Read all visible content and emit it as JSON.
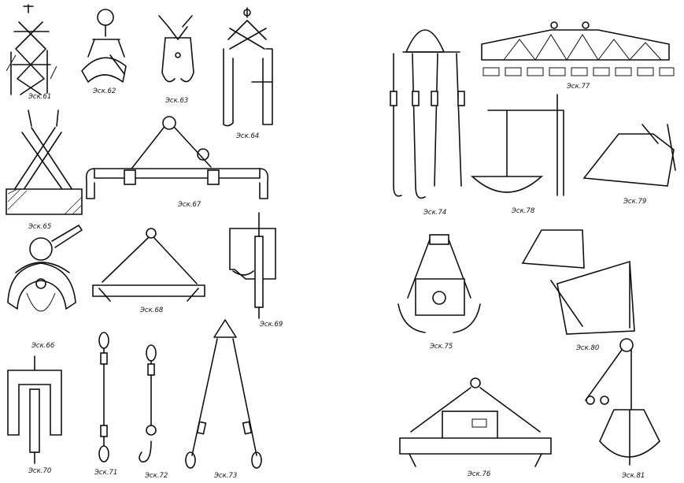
{
  "sheet": {
    "captions": [
      "Эск.61",
      "Эск.62",
      "Эск.63",
      "Эск.64",
      "Эск.65",
      "Эск.67",
      "Эск.66",
      "Эск.68",
      "Эск.69",
      "Эск.70",
      "Эск.71",
      "Эск.72",
      "Эск.73",
      "Эск.74",
      "Эск.77",
      "Эск.78",
      "Эск.79",
      "Эск.75",
      "Эск.80",
      "Эск.76",
      "Эск.81"
    ]
  }
}
